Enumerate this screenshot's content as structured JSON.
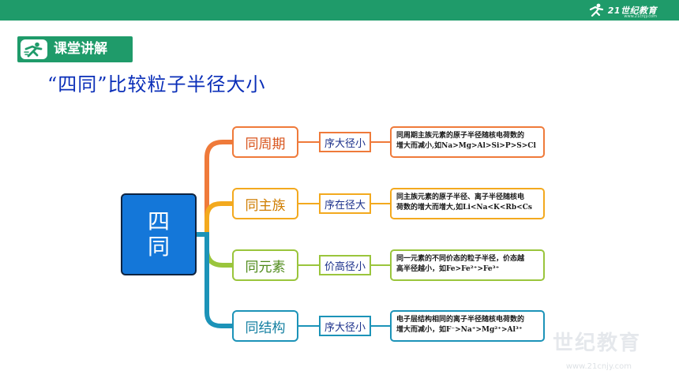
{
  "brand": {
    "name": "21世纪教育",
    "url": "www.21cnjy.com",
    "icon": "runner-icon",
    "bar_color": "#1f9b6a"
  },
  "section_tag": {
    "label": "课堂讲解",
    "icon": "runner-icon"
  },
  "title": "“四同”比较粒子半径大小",
  "diagram": {
    "center": [
      "四",
      "同"
    ],
    "branches": [
      {
        "label": "同周期",
        "rule": "序大径小",
        "desc_line1": "同周期主族元素的原子半径随核电荷数的",
        "desc_line2": "增大而减小,如Na>Mg>Al>Si>P>S>Cl",
        "color": "#ef7a3a"
      },
      {
        "label": "同主族",
        "rule": "序在径大",
        "desc_line1": "同主族元素的原子半径、离子半径随核电",
        "desc_line2": "荷数的增大而增大,如Li<Na<K<Rb<Cs",
        "color": "#f3a91e"
      },
      {
        "label": "同元素",
        "rule": "价高径小",
        "desc_line1": "同一元素的不同价态的粒子半径，价态越",
        "desc_line2": "高半径越小，如Fe>Fe²⁺>Fe³⁺",
        "color": "#9ac53c"
      },
      {
        "label": "同结构",
        "rule": "序大径小",
        "desc_line1": "电子层结构相同的离子半径随核电荷数的",
        "desc_line2": "增大而减小，如F⁻>Na⁺>Mg²⁺>Al³⁺",
        "color": "#1c93b8"
      }
    ]
  },
  "watermark": {
    "text": "世纪教育",
    "url": "www.21cnjy.com"
  }
}
